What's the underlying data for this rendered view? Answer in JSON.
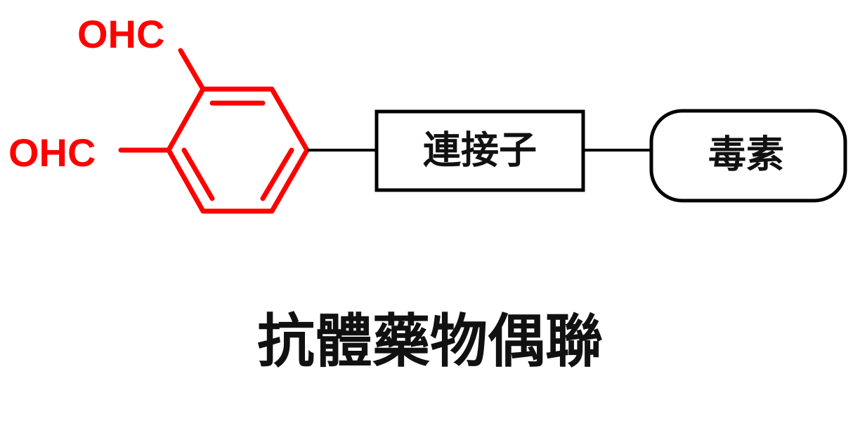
{
  "molecule": {
    "top_group": "OHC",
    "left_group": "OHC",
    "color": "#ff0000"
  },
  "linker": {
    "label": "連接子"
  },
  "toxin": {
    "label": "毒素"
  },
  "caption": "抗體藥物偶聯"
}
